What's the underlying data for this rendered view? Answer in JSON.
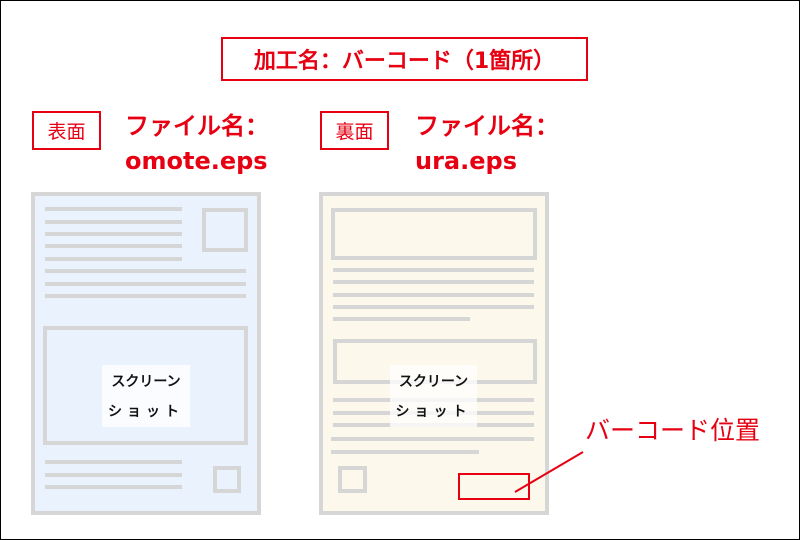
{
  "title": "加工名：バーコード（1箇所）",
  "front": {
    "side_label": "表面",
    "file_label": "ファイル名：",
    "file_name": "omote.eps",
    "screenshot_label_1": "スクリーン",
    "screenshot_label_2": "ショット",
    "color": "#eaf3fd"
  },
  "back": {
    "side_label": "裏面",
    "file_label": "ファイル名：",
    "file_name": "ura.eps",
    "screenshot_label_1": "スクリーン",
    "screenshot_label_2": "ショット",
    "color": "#fdf8ec"
  },
  "barcode_annotation": "バーコード位置",
  "accent": "#e60012"
}
